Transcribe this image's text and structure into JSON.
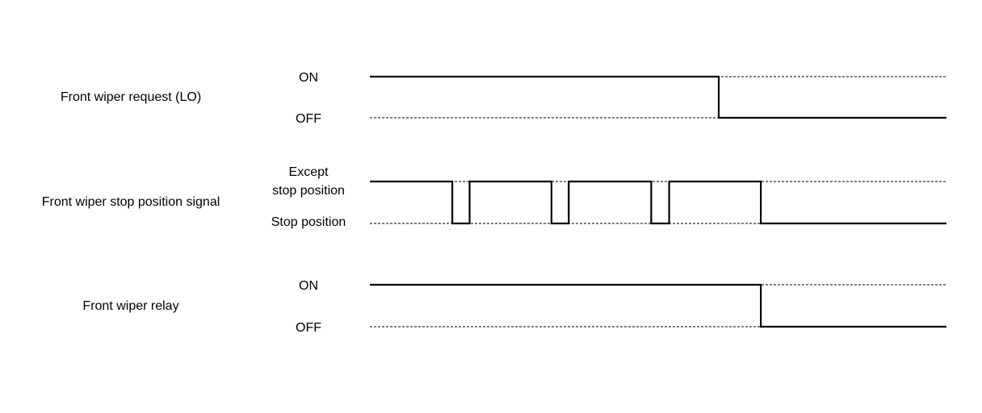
{
  "signals": [
    {
      "name": "Front wiper request (LO)",
      "high_label": "ON",
      "low_label": "OFF",
      "initial": "high",
      "transitions": [
        0.605
      ]
    },
    {
      "name": "Front wiper stop position signal",
      "high_label_line1": "Except",
      "high_label_line2": "stop position",
      "low_label": "Stop position",
      "initial": "high",
      "transitions": [
        0.143,
        0.173,
        0.315,
        0.345,
        0.488,
        0.519,
        0.678
      ]
    },
    {
      "name": "Front wiper relay",
      "high_label": "ON",
      "low_label": "OFF",
      "initial": "high",
      "transitions": [
        0.678
      ]
    }
  ]
}
